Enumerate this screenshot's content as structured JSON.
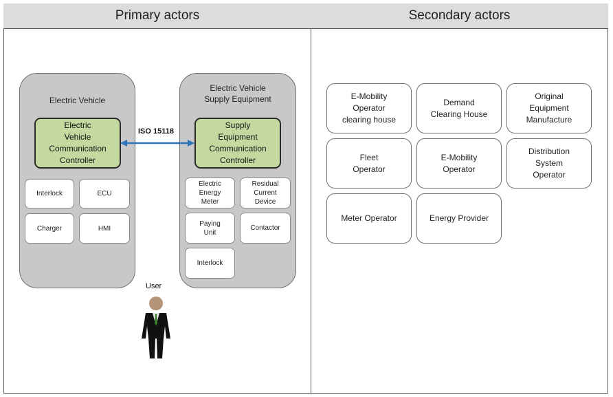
{
  "primary": {
    "title": "Primary actors",
    "ev": {
      "title": "Electric Vehicle",
      "controller": "Electric\nVehicle\nCommunication\nController",
      "components": [
        "Interlock",
        "ECU",
        "Charger",
        "HMI"
      ]
    },
    "evse": {
      "title": "Electric Vehicle\nSupply Equipment",
      "controller": "Supply\nEquipment\nCommunication\nController",
      "components": [
        "Electric\nEnergy\nMeter",
        "Residual\nCurrent\nDevice",
        "Paying\nUnit",
        "Contactor",
        "Interlock"
      ]
    },
    "link_label": "ISO 15118",
    "user_label": "User"
  },
  "secondary": {
    "title": "Secondary actors",
    "actors": [
      "E-Mobility\nOperator\nclearing house",
      "Demand\nClearing House",
      "Original\nEquipment\nManufacture",
      "Fleet\nOperator",
      "E-Mobility\nOperator",
      "Distribution\nSystem\nOperator",
      "Meter Operator",
      "Energy Provider"
    ]
  },
  "colors": {
    "controller_fill": "#c4d9a0",
    "group_fill": "#c8c8c8",
    "header_fill": "#dcdcdc",
    "arrow": "#2e75b6"
  }
}
